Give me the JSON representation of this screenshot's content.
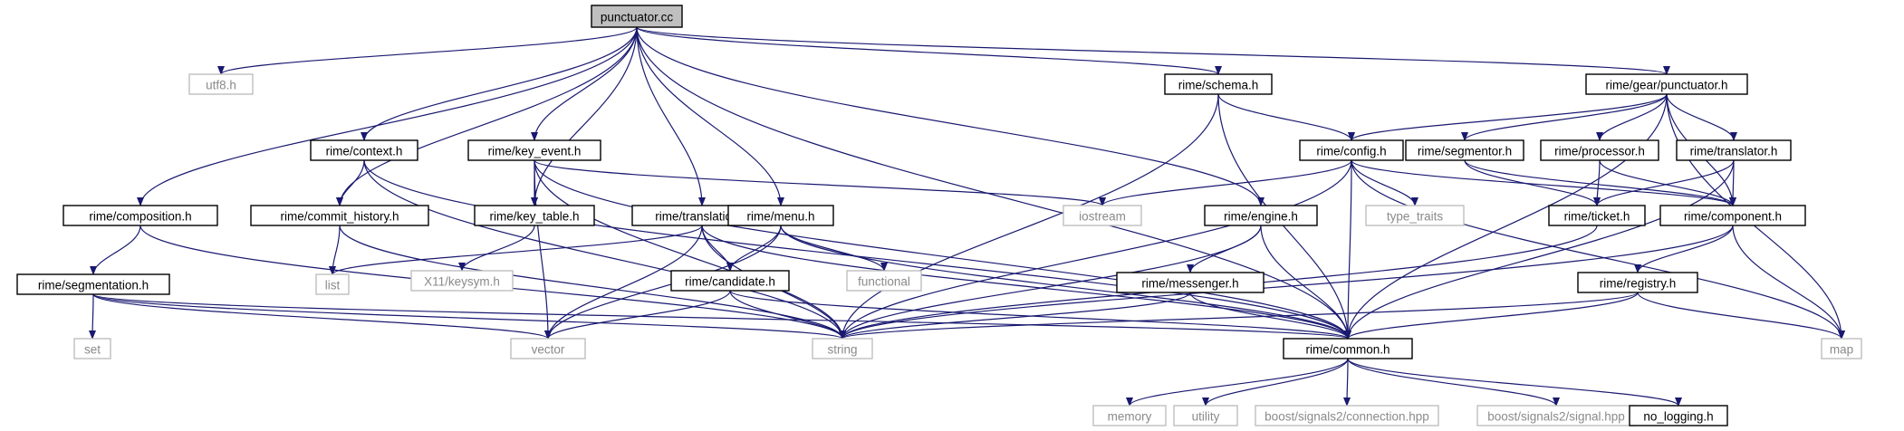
{
  "diagram": {
    "edge_color": "#191970",
    "nodes": [
      {
        "id": "punctuator_cc",
        "label": "punctuator.cc",
        "kind": "root"
      },
      {
        "id": "utf8_h",
        "label": "utf8.h",
        "kind": "external"
      },
      {
        "id": "rime_schema_h",
        "label": "rime/schema.h",
        "kind": "header"
      },
      {
        "id": "rime_gear_punctuator_h",
        "label": "rime/gear/punctuator.h",
        "kind": "header"
      },
      {
        "id": "rime_context_h",
        "label": "rime/context.h",
        "kind": "header"
      },
      {
        "id": "rime_key_event_h",
        "label": "rime/key_event.h",
        "kind": "header"
      },
      {
        "id": "rime_config_h",
        "label": "rime/config.h",
        "kind": "header"
      },
      {
        "id": "rime_segmentor_h",
        "label": "rime/segmentor.h",
        "kind": "header"
      },
      {
        "id": "rime_processor_h",
        "label": "rime/processor.h",
        "kind": "header"
      },
      {
        "id": "rime_translator_h",
        "label": "rime/translator.h",
        "kind": "header"
      },
      {
        "id": "rime_composition_h",
        "label": "rime/composition.h",
        "kind": "header"
      },
      {
        "id": "rime_commit_history_h",
        "label": "rime/commit_history.h",
        "kind": "header"
      },
      {
        "id": "rime_key_table_h",
        "label": "rime/key_table.h",
        "kind": "header"
      },
      {
        "id": "rime_translation_h",
        "label": "rime/translation.h",
        "kind": "header"
      },
      {
        "id": "rime_menu_h",
        "label": "rime/menu.h",
        "kind": "header"
      },
      {
        "id": "iostream",
        "label": "iostream",
        "kind": "external"
      },
      {
        "id": "rime_engine_h",
        "label": "rime/engine.h",
        "kind": "header"
      },
      {
        "id": "type_traits",
        "label": "type_traits",
        "kind": "external"
      },
      {
        "id": "rime_ticket_h",
        "label": "rime/ticket.h",
        "kind": "header"
      },
      {
        "id": "rime_component_h",
        "label": "rime/component.h",
        "kind": "header"
      },
      {
        "id": "rime_segmentation_h",
        "label": "rime/segmentation.h",
        "kind": "header"
      },
      {
        "id": "list",
        "label": "list",
        "kind": "external"
      },
      {
        "id": "x11_keysym_h",
        "label": "X11/keysym.h",
        "kind": "external"
      },
      {
        "id": "functional",
        "label": "functional",
        "kind": "external"
      },
      {
        "id": "rime_candidate_h",
        "label": "rime/candidate.h",
        "kind": "header"
      },
      {
        "id": "rime_messenger_h",
        "label": "rime/messenger.h",
        "kind": "header"
      },
      {
        "id": "rime_registry_h",
        "label": "rime/registry.h",
        "kind": "header"
      },
      {
        "id": "set",
        "label": "set",
        "kind": "external"
      },
      {
        "id": "vector",
        "label": "vector",
        "kind": "external"
      },
      {
        "id": "string",
        "label": "string",
        "kind": "external"
      },
      {
        "id": "rime_common_h",
        "label": "rime/common.h",
        "kind": "header"
      },
      {
        "id": "map",
        "label": "map",
        "kind": "external"
      },
      {
        "id": "memory",
        "label": "memory",
        "kind": "external"
      },
      {
        "id": "utility",
        "label": "utility",
        "kind": "external"
      },
      {
        "id": "boost_connection_hpp",
        "label": "boost/signals2/connection.hpp",
        "kind": "external"
      },
      {
        "id": "boost_signal_hpp",
        "label": "boost/signals2/signal.hpp",
        "kind": "external"
      },
      {
        "id": "no_logging_h",
        "label": "no_logging.h",
        "kind": "header"
      }
    ],
    "edges": [
      [
        "punctuator_cc",
        "utf8_h"
      ],
      [
        "punctuator_cc",
        "rime_schema_h"
      ],
      [
        "punctuator_cc",
        "rime_gear_punctuator_h"
      ],
      [
        "punctuator_cc",
        "rime_context_h"
      ],
      [
        "punctuator_cc",
        "rime_key_event_h"
      ],
      [
        "punctuator_cc",
        "rime_composition_h"
      ],
      [
        "punctuator_cc",
        "rime_commit_history_h"
      ],
      [
        "punctuator_cc",
        "rime_key_table_h"
      ],
      [
        "punctuator_cc",
        "rime_translation_h"
      ],
      [
        "punctuator_cc",
        "rime_menu_h"
      ],
      [
        "punctuator_cc",
        "rime_engine_h"
      ],
      [
        "punctuator_cc",
        "rime_common_h"
      ],
      [
        "rime_schema_h",
        "rime_config_h"
      ],
      [
        "rime_schema_h",
        "string"
      ],
      [
        "rime_schema_h",
        "rime_common_h"
      ],
      [
        "rime_gear_punctuator_h",
        "rime_config_h"
      ],
      [
        "rime_gear_punctuator_h",
        "rime_segmentor_h"
      ],
      [
        "rime_gear_punctuator_h",
        "rime_processor_h"
      ],
      [
        "rime_gear_punctuator_h",
        "rime_translator_h"
      ],
      [
        "rime_gear_punctuator_h",
        "rime_component_h"
      ],
      [
        "rime_gear_punctuator_h",
        "rime_common_h"
      ],
      [
        "rime_gear_punctuator_h",
        "map"
      ],
      [
        "rime_context_h",
        "rime_commit_history_h"
      ],
      [
        "rime_context_h",
        "string"
      ],
      [
        "rime_context_h",
        "rime_common_h"
      ],
      [
        "rime_key_event_h",
        "rime_key_table_h"
      ],
      [
        "rime_key_event_h",
        "iostream"
      ],
      [
        "rime_key_event_h",
        "string"
      ],
      [
        "rime_key_event_h",
        "vector"
      ],
      [
        "rime_key_event_h",
        "rime_common_h"
      ],
      [
        "rime_config_h",
        "iostream"
      ],
      [
        "rime_config_h",
        "type_traits"
      ],
      [
        "rime_config_h",
        "rime_component_h"
      ],
      [
        "rime_config_h",
        "string"
      ],
      [
        "rime_config_h",
        "map"
      ],
      [
        "rime_config_h",
        "rime_common_h"
      ],
      [
        "rime_segmentor_h",
        "rime_ticket_h"
      ],
      [
        "rime_segmentor_h",
        "rime_component_h"
      ],
      [
        "rime_processor_h",
        "rime_ticket_h"
      ],
      [
        "rime_processor_h",
        "rime_component_h"
      ],
      [
        "rime_translator_h",
        "rime_ticket_h"
      ],
      [
        "rime_translator_h",
        "rime_component_h"
      ],
      [
        "rime_translator_h",
        "rime_common_h"
      ],
      [
        "rime_composition_h",
        "rime_segmentation_h"
      ],
      [
        "rime_composition_h",
        "string"
      ],
      [
        "rime_commit_history_h",
        "list"
      ],
      [
        "rime_commit_history_h",
        "string"
      ],
      [
        "rime_key_table_h",
        "x11_keysym_h"
      ],
      [
        "rime_translation_h",
        "list"
      ],
      [
        "rime_translation_h",
        "rime_candidate_h"
      ],
      [
        "rime_translation_h",
        "vector"
      ],
      [
        "rime_translation_h",
        "string"
      ],
      [
        "rime_translation_h",
        "rime_common_h"
      ],
      [
        "rime_menu_h",
        "rime_candidate_h"
      ],
      [
        "rime_menu_h",
        "functional"
      ],
      [
        "rime_menu_h",
        "vector"
      ],
      [
        "rime_menu_h",
        "rime_common_h"
      ],
      [
        "rime_engine_h",
        "rime_messenger_h"
      ],
      [
        "rime_engine_h",
        "string"
      ],
      [
        "rime_engine_h",
        "rime_common_h"
      ],
      [
        "rime_ticket_h",
        "string"
      ],
      [
        "rime_component_h",
        "rime_registry_h"
      ],
      [
        "rime_component_h",
        "map"
      ],
      [
        "rime_component_h",
        "string"
      ],
      [
        "rime_segmentation_h",
        "set"
      ],
      [
        "rime_segmentation_h",
        "vector"
      ],
      [
        "rime_segmentation_h",
        "string"
      ],
      [
        "rime_segmentation_h",
        "rime_common_h"
      ],
      [
        "rime_candidate_h",
        "vector"
      ],
      [
        "rime_candidate_h",
        "string"
      ],
      [
        "rime_candidate_h",
        "rime_common_h"
      ],
      [
        "rime_messenger_h",
        "string"
      ],
      [
        "rime_messenger_h",
        "rime_common_h"
      ],
      [
        "rime_registry_h",
        "map"
      ],
      [
        "rime_registry_h",
        "string"
      ],
      [
        "rime_registry_h",
        "rime_common_h"
      ],
      [
        "rime_common_h",
        "memory"
      ],
      [
        "rime_common_h",
        "utility"
      ],
      [
        "rime_common_h",
        "boost_connection_hpp"
      ],
      [
        "rime_common_h",
        "boost_signal_hpp"
      ],
      [
        "rime_common_h",
        "no_logging_h"
      ]
    ]
  }
}
